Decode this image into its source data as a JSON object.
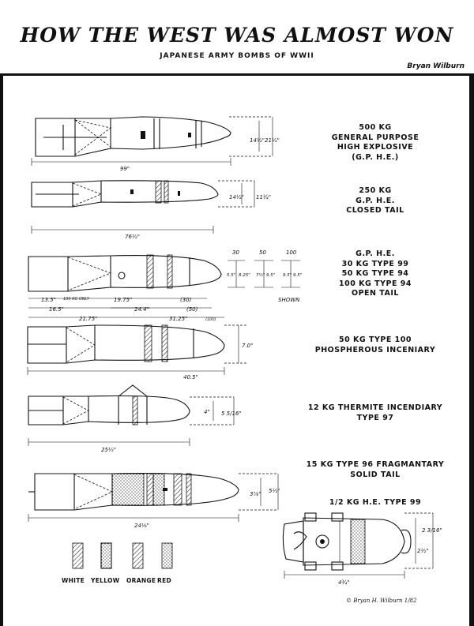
{
  "header": {
    "title": "HOW THE WEST WAS ALMOST WON",
    "subtitle": "JAPANESE ARMY BOMBS OF WWII",
    "author": "Bryan Wilburn"
  },
  "bombs": [
    {
      "label": "500 KG\nGENERAL PURPOSE\nHIGH EXPLOSIVE\n(G.P. H.E.)",
      "dims": [
        "99\"",
        "14½\"",
        "21½\""
      ]
    },
    {
      "label": "250 KG\nG.P. H.E.\nCLOSED TAIL",
      "dims": [
        "76½\"",
        "14½\"",
        "11¾\""
      ]
    },
    {
      "label": "G.P. H.E.\n30 KG  TYPE 99\n50 KG  TYPE 94\n100 KG  TYPE 94\nOPEN TAIL",
      "dims": [
        "13.5\"",
        "100 KG ONLY",
        "19.75\"",
        "(30)",
        "16.5\"",
        "24.4\"",
        "(50)",
        "21.75\"",
        "31.25\"",
        "(100)",
        "30",
        "50",
        "100",
        "5.5\"",
        "8.25\"",
        "7½\"",
        "9.5\"",
        "9.5\"",
        "9.5\"",
        "SHOWN"
      ]
    },
    {
      "label": "50 KG  TYPE 100\nPHOSPHEROUS   INCENIARY",
      "dims": [
        "40.5\"",
        "7.0\""
      ]
    },
    {
      "label": "12 KG THERMITE INCENDIARY\nTYPE 97",
      "dims": [
        "25½\"",
        "4\"",
        "5 5/16\""
      ]
    },
    {
      "label": "15 KG TYPE 96 FRAGMANTARY\nSOLID TAIL",
      "dims": [
        "24⅛\"",
        "3⅞\"",
        "5½\""
      ]
    },
    {
      "label": "1/2 KG  H.E.  TYPE 99",
      "dims": [
        "4¾\"",
        "2 3/16\"",
        "2½\""
      ]
    }
  ],
  "legend": [
    {
      "label": "WHITE"
    },
    {
      "label": "YELLOW"
    },
    {
      "label": "ORANGE"
    },
    {
      "label": "RED"
    }
  ],
  "signature": "© Bryan H. Wilburn  1/82"
}
